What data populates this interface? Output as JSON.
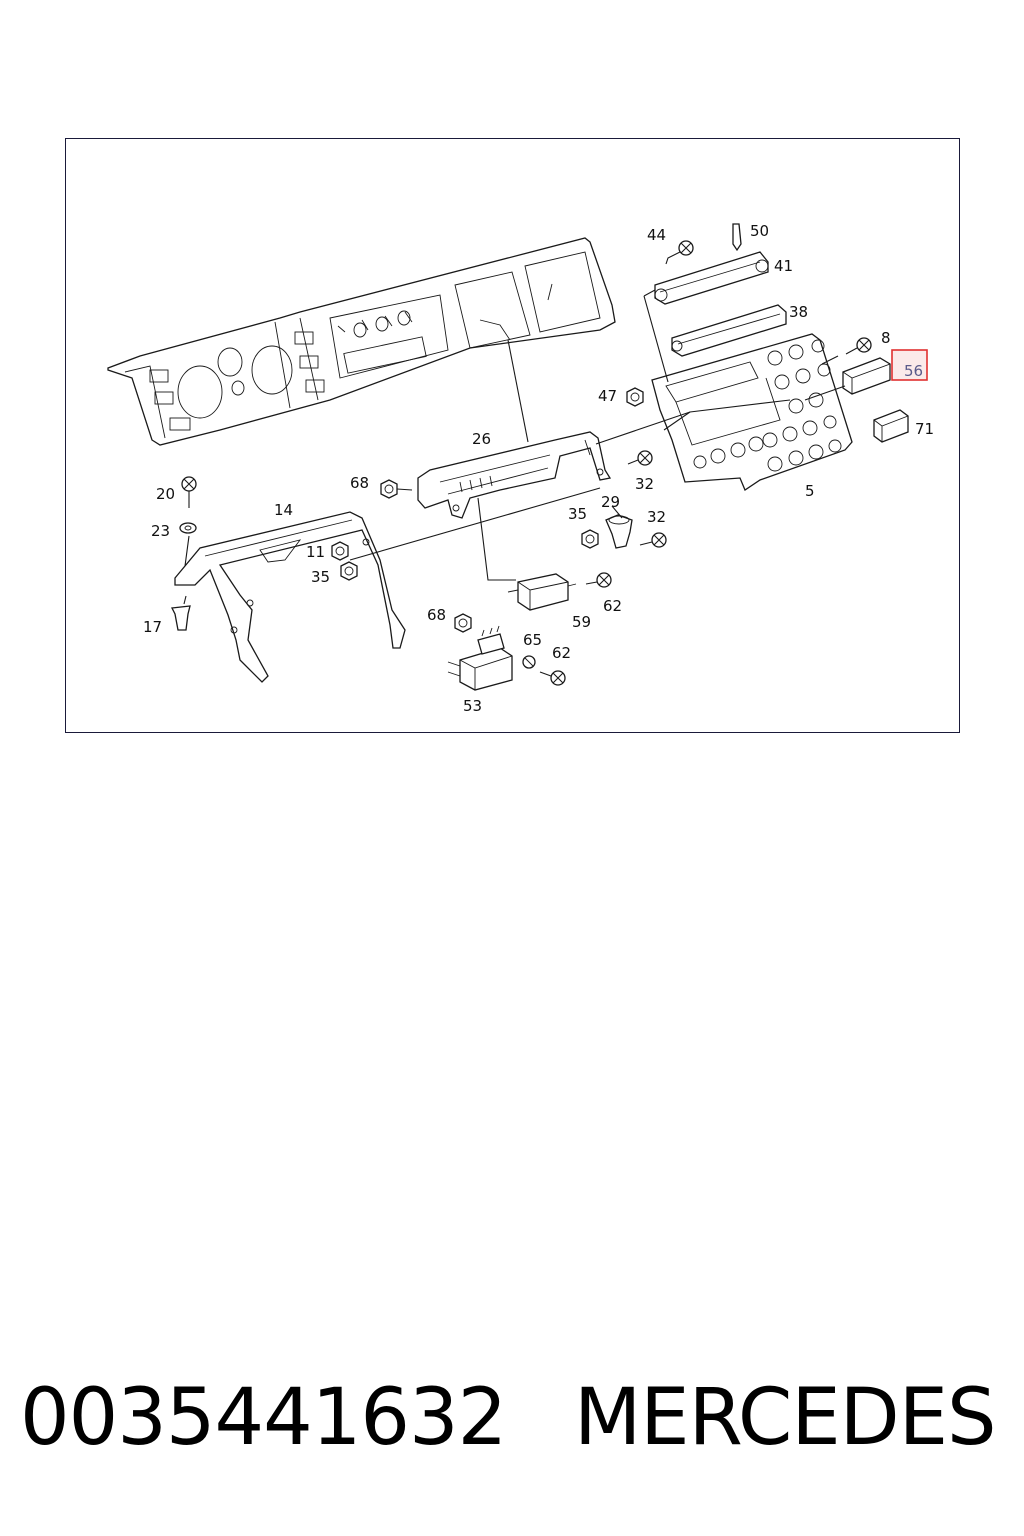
{
  "diagram": {
    "labels": {
      "l44": "44",
      "l50": "50",
      "l41": "41",
      "l38": "38",
      "l8": "8",
      "l56": "56",
      "l47": "47",
      "l71": "71",
      "l26": "26",
      "l5": "5",
      "l68a": "68",
      "l32a": "32",
      "l20": "20",
      "l14": "14",
      "l35a": "35",
      "l29": "29",
      "l32b": "32",
      "l23": "23",
      "l11": "11",
      "l35b": "35",
      "l62a": "62",
      "l17": "17",
      "l68b": "68",
      "l59": "59",
      "l65": "65",
      "l62b": "62",
      "l53": "53"
    },
    "highlight": {
      "label": "56",
      "color": "#e03030"
    }
  },
  "footer": {
    "part_number": "0035441632",
    "brand": "MERCEDES"
  }
}
